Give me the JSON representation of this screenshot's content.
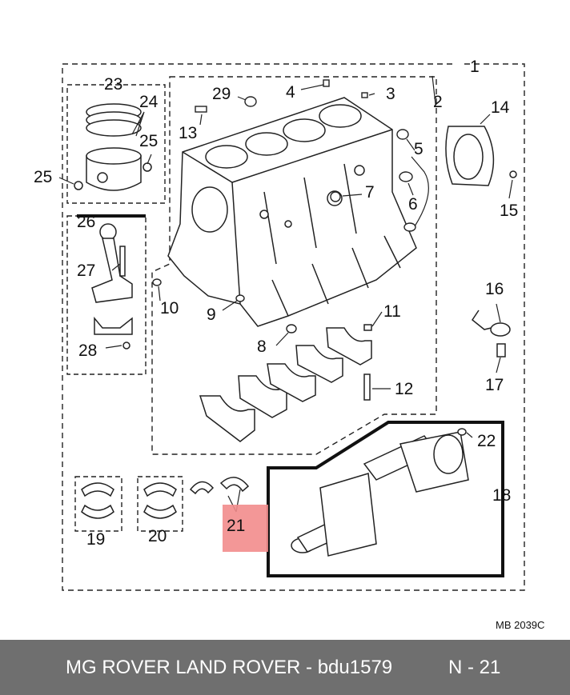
{
  "diagram": {
    "reference_code": "MB 2039C",
    "highlight_color": "#f28c8c",
    "callouts": [
      "1",
      "2",
      "3",
      "4",
      "5",
      "6",
      "7",
      "8",
      "9",
      "10",
      "11",
      "12",
      "13",
      "14",
      "15",
      "16",
      "17",
      "18",
      "19",
      "20",
      "21",
      "22",
      "23",
      "24",
      "25",
      "25",
      "26",
      "27",
      "28",
      "29"
    ]
  },
  "footer": {
    "text": "MG ROVER LAND ROVER - bdu1579",
    "page_ref": "N - 21",
    "background": "#6f6f6f"
  }
}
